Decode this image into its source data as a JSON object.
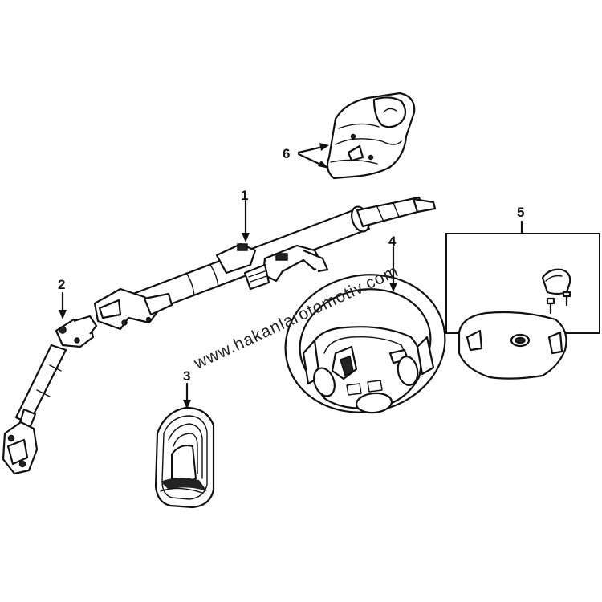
{
  "callouts": {
    "c1": "1",
    "c2": "2",
    "c3": "3",
    "c4": "4",
    "c5": "5",
    "c6": "6"
  },
  "watermark": "www.hakanlarotomotiv.com"
}
